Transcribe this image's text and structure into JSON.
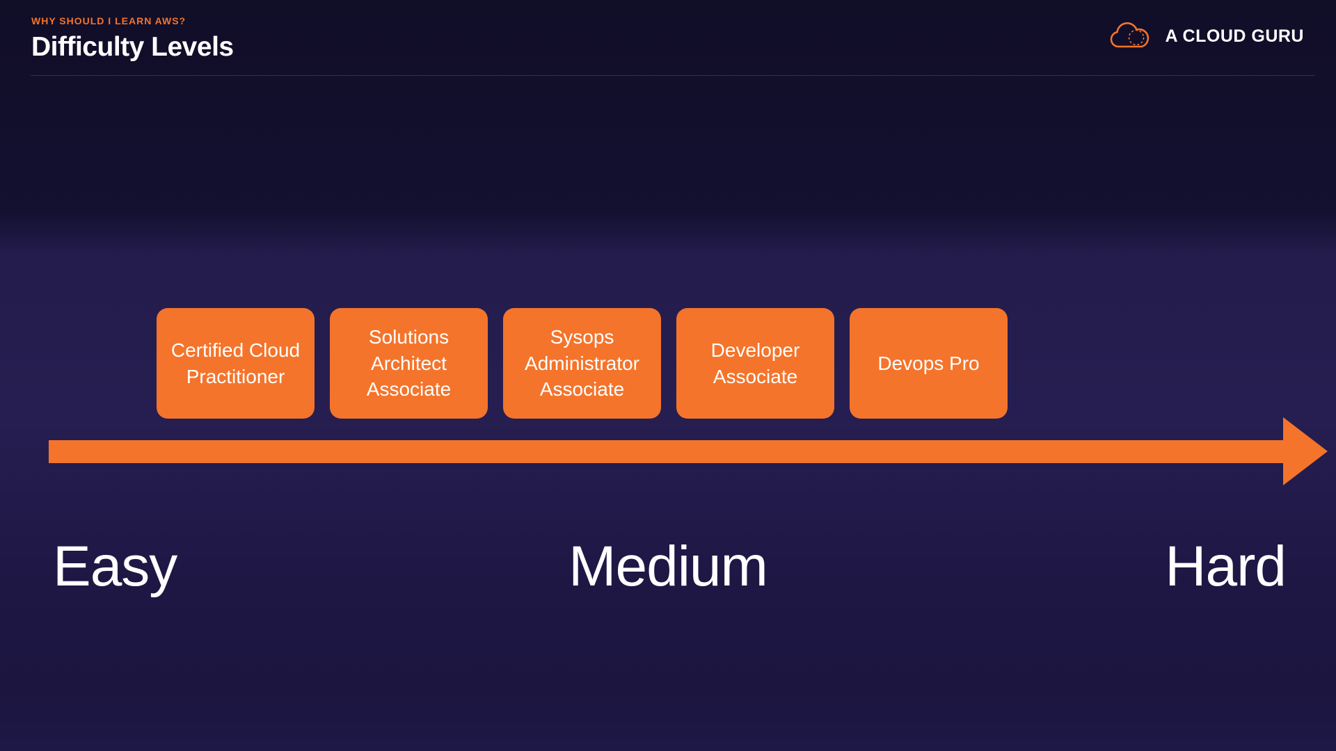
{
  "slide": {
    "eyebrow": "WHY SHOULD I LEARN AWS?",
    "title": "Difficulty Levels"
  },
  "brand": {
    "name": "A CLOUD GURU",
    "logo": "cloud-outline-icon"
  },
  "diagram": {
    "boxes": [
      {
        "label": "Certified Cloud Practitioner"
      },
      {
        "label": "Solutions Architect Associate"
      },
      {
        "label": "Sysops Administrator Associate"
      },
      {
        "label": "Developer Associate"
      },
      {
        "label": "Devops Pro"
      }
    ],
    "difficulty_labels": {
      "left": "Easy",
      "center": "Medium",
      "right": "Hard"
    }
  },
  "colors": {
    "accent_orange": "#F4742B",
    "background_dark": "#110E28",
    "background_mid": "#261E50",
    "text_white": "#FFFFFF"
  }
}
